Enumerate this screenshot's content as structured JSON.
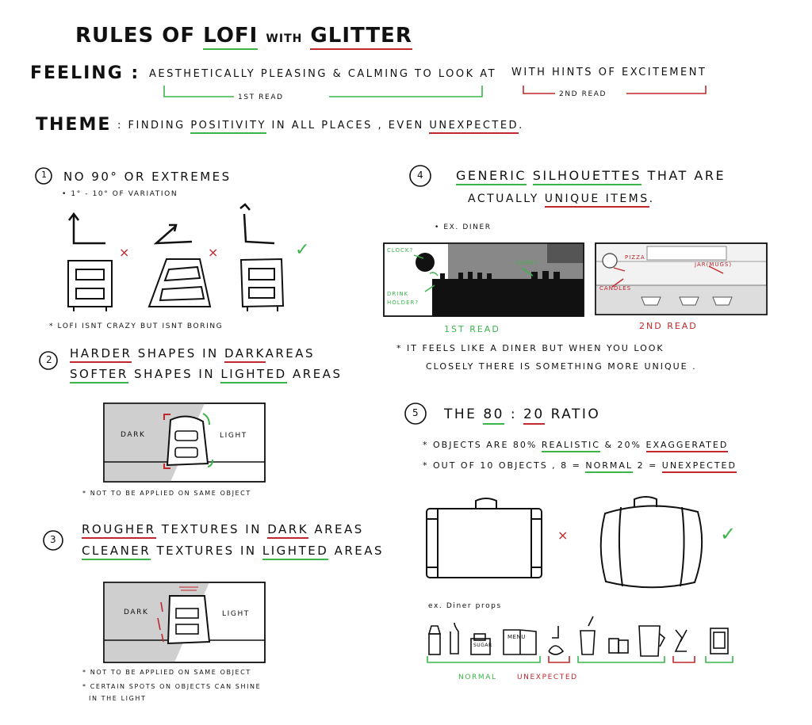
{
  "colors": {
    "ink": "#111111",
    "green": "#3bb54a",
    "red": "#c0282d",
    "shade": "#cfcfcf"
  },
  "header": {
    "title_pre": "Rules of",
    "title_lofi": "Lofi",
    "title_with": "with",
    "title_glitter": "Glitter",
    "feeling_label": "Feeling :",
    "feeling_text_1": "Aesthetically pleasing & calming to look at",
    "feeling_text_2": "with hints of excitement",
    "first_read": "1st read",
    "second_read": "2nd read",
    "theme_label": "Theme",
    "theme_pre": ": Finding",
    "theme_positivity": "Positivity",
    "theme_mid": "in all places , even",
    "theme_unexpected": "unexpected",
    "theme_end": "."
  },
  "rule1": {
    "number": "1",
    "title": "No 90° or extremes",
    "sub": "• 1° - 10° of variation",
    "marks": [
      "×",
      "×",
      "✓"
    ],
    "note": "* Lofi isnt crazy but isnt boring"
  },
  "rule2": {
    "number": "2",
    "l1_a": "Harder",
    "l1_b": "shapes in",
    "l1_c": "dark",
    "l1_d": "areas",
    "l2_a": "Softer",
    "l2_b": "shapes in",
    "l2_c": "lighted",
    "l2_d": "areas",
    "dark": "Dark",
    "light": "Light",
    "note": "* Not to be applied on same object"
  },
  "rule3": {
    "number": "3",
    "l1_a": "Rougher",
    "l1_b": "textures in",
    "l1_c": "dark",
    "l1_d": "areas",
    "l2_a": "Cleaner",
    "l2_b": "textures in",
    "l2_c": "lighted",
    "l2_d": "areas",
    "dark": "Dark",
    "light": "Light",
    "note1": "* Not to be applied on same object",
    "note2a": "* Certain spots on objects can shine",
    "note2b": "in the light"
  },
  "rule4": {
    "number": "4",
    "l1_a": "Generic",
    "l1_b": "silhouettes",
    "l1_c": "that are",
    "l2_a": "actually",
    "l2_b": "unique items",
    "l2_c": ".",
    "ex": "• ex. Diner",
    "labels_left": [
      "Clock?",
      "Cups?",
      "Drink holder?"
    ],
    "labels_right": [
      "Pizza",
      "Jar(Mugs)",
      "Candles"
    ],
    "read1": "1st read",
    "read2": "2nd read",
    "note1": "* It feels like a diner but when you look",
    "note2": "closely there is something more unique ."
  },
  "rule5": {
    "number": "5",
    "t_a": "The",
    "t_b": "80",
    "t_c": ":",
    "t_d": "20",
    "t_e": "ratio",
    "b1_a": "* Objects are 80%",
    "b1_b": "realistic",
    "b1_c": "& 20%",
    "b1_d": "exaggerated",
    "b2_a": "* Out of 10 objects , 8 =",
    "b2_b": "normal",
    "b2_c": "2 =",
    "b2_d": "unexpected",
    "marks": [
      "×",
      "✓"
    ],
    "props": "ex. Diner props",
    "prop_labels": [
      "Menu",
      "Sugar"
    ],
    "normal": "Normal",
    "unexpected": "Unexpected"
  }
}
